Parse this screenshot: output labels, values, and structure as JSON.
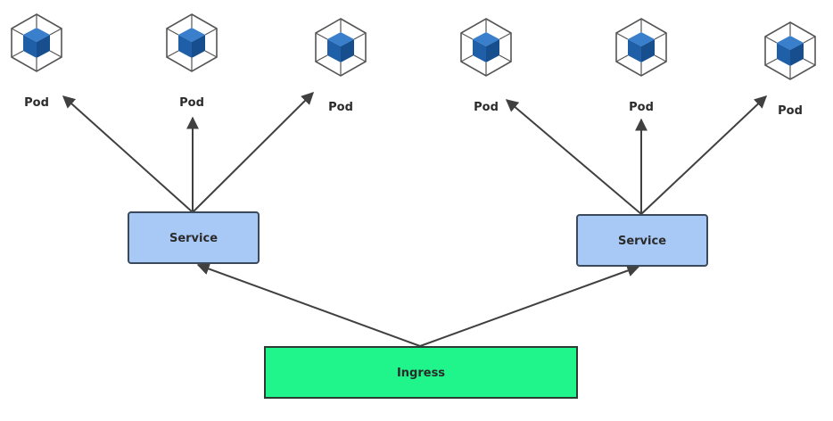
{
  "nodes": {
    "pods": [
      {
        "label": "Pod"
      },
      {
        "label": "Pod"
      },
      {
        "label": "Pod"
      },
      {
        "label": "Pod"
      },
      {
        "label": "Pod"
      },
      {
        "label": "Pod"
      }
    ],
    "services": [
      {
        "label": "Service"
      },
      {
        "label": "Service"
      }
    ],
    "ingress": {
      "label": "Ingress"
    }
  },
  "edges": [
    {
      "from": "ingress",
      "to": "service-1"
    },
    {
      "from": "ingress",
      "to": "service-2"
    },
    {
      "from": "service-1",
      "to": "pod-1"
    },
    {
      "from": "service-1",
      "to": "pod-2"
    },
    {
      "from": "service-1",
      "to": "pod-3"
    },
    {
      "from": "service-2",
      "to": "pod-4"
    },
    {
      "from": "service-2",
      "to": "pod-5"
    },
    {
      "from": "service-2",
      "to": "pod-6"
    }
  ],
  "colors": {
    "service_fill": "#a8c8f5",
    "service_stroke": "#3a4a5c",
    "ingress_fill": "#1ff58a",
    "ingress_stroke": "#2c3b33",
    "cube_blue": "#1e5fa8",
    "cube_outline": "#555555",
    "arrow": "#404040"
  },
  "icons": {
    "pod": "cube-icon"
  }
}
